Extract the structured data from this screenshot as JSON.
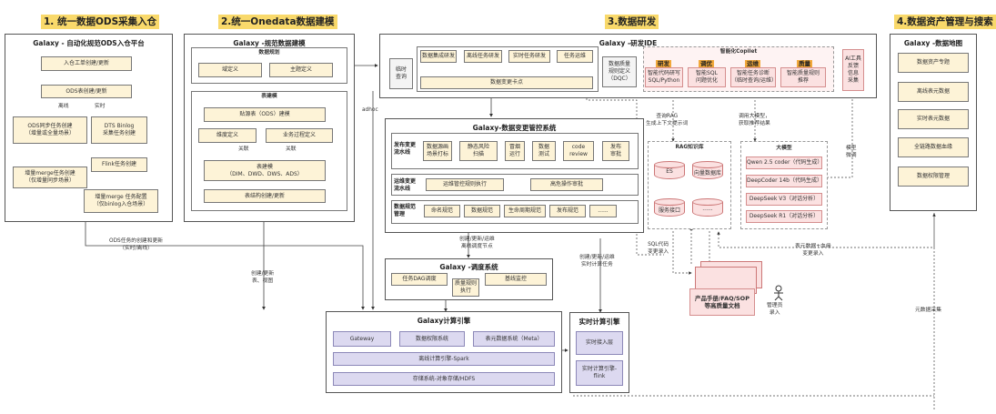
{
  "sections": {
    "s1": "1. 统一数据ODS采集入仓",
    "s2": "2.统一Onedata数据建模",
    "s3": "3.数据研发",
    "s4": "4.数据资产管理与搜索"
  },
  "ods": {
    "title": "Galaxy - 自动化规范ODS入仓平台",
    "ticket": "入仓工单创建/更新",
    "table": "ODS表创建/更新",
    "offline": "离线",
    "realtime": "实时",
    "sync": "ODS同步任务创建\n（增量或全量场景）",
    "binlog": "DTS Binlog\n采集任务创建",
    "flink": "Flink任务创建",
    "merge_left": "增量merge任务创建\n（仅增量同步场景）",
    "merge_right": "增量merge 任务配置\n（仅binlog入仓场景）",
    "bottom_note": "ODS任务的创建和更新\n（实时/离线）"
  },
  "model": {
    "title": "Galaxy -规范数据建模",
    "rule_title": "数据规划",
    "domain": "域定义",
    "subject": "主题定义",
    "table_model": "表建模",
    "source": "贴源表（ODS）建模",
    "dim": "维度定义",
    "process": "业务过程定义",
    "rel1": "关联",
    "rel2": "关联",
    "layers": "表建模\n（DIM、DWD、DWS、ADS）",
    "struct": "表结构创建/更新",
    "bottom_note": "创建/更新\n表、视图"
  },
  "ide": {
    "title": "Galaxy -研发IDE",
    "temp_query": "临时\n查询",
    "adhoc": "adhoc",
    "btn1": "数据集成研发",
    "btn2": "离线任务研发",
    "btn3": "实时任务研发",
    "btn4": "任务运维",
    "card": "数据变更卡点",
    "dqc": "数据质量\n规则定义\n（DQC）",
    "copilet_title": "智能化Copilet",
    "c1_tag": "研发",
    "c1": "智能代码研写\nSQL/Python",
    "c2_tag": "调优",
    "c2": "智能SQL\n问题优化",
    "c3_tag": "运维",
    "c3": "智能任务诊断\n（临时查询/运维）",
    "c4_tag": "质量",
    "c4": "智能质量规则\n推荐",
    "ai_tool": "AI工具\n反馈\n信息\n采集"
  },
  "change": {
    "title": "Galaxy-数据变更管控系统",
    "release": "发布变更\n流水线",
    "r1": "数据源画\n场景打标",
    "r2": "静态风险\n扫描",
    "r3": "冒烟\n运行",
    "r4": "数据\n测试",
    "r5": "code\nreview",
    "r6": "发布\n审批",
    "ops": "运维变更\n流水线",
    "o1": "运维管控规则执行",
    "o2": "高危操作审批",
    "norm": "数据规范\n管理",
    "n1": "命名规范",
    "n2": "数据规范",
    "n3": "生命周期规范",
    "n4": "发布规范",
    "n5": "......",
    "bottom_note": "创建/更新/运维\n离线调度节点"
  },
  "sched": {
    "title": "Galaxy -调度系统",
    "dag": "任务DAG调度",
    "quality": "质量规则\n执行",
    "baseline": "基线监控"
  },
  "compute": {
    "title": "Galaxy计算引擎",
    "gateway": "Gateway",
    "perm": "数据权限系统",
    "meta": "表元数据系统（Meta）",
    "spark": "离线计算引擎-Spark",
    "hdfs": "存储系统-对象存储/HDFS"
  },
  "rt": {
    "title": "实时计算引擎",
    "access": "实时接入层",
    "flink": "实时计算引擎-\nflink",
    "note": "创建/更新/运维\n实时计算任务"
  },
  "rag": {
    "title": "RAG知识库",
    "es": "ES",
    "vector": "向量数据库",
    "service": "服务接口",
    "more": "......",
    "note_in": "查询RAG\n生成上下文提示词",
    "sql_note": "SQL代码\n变更录入"
  },
  "llm": {
    "title": "大模型",
    "m1": "Qwen 2.5 coder（代码生成）",
    "m2": "DeepCoder 14b（代码生成）",
    "m3": "DeepSeek V3（对话分析）",
    "m4": "DeepSeek R1（对话分析）",
    "note_in": "调用大模型，\n获取推荐结果",
    "model_fb": "模型\n微调"
  },
  "docs": {
    "stack": "产品手册/FAQ/SOP\n等高质量文档",
    "admin": "管理员\n录入",
    "meta_note": "表元数据+血缘\n变更录入"
  },
  "asset": {
    "title": "Galaxy -数据地图",
    "a1": "数据资产专题",
    "a2": "离线表元数据",
    "a3": "实时表元数据",
    "a4": "全链路数据血缘",
    "a5": "数据权限管理",
    "collect": "元数据采集"
  }
}
